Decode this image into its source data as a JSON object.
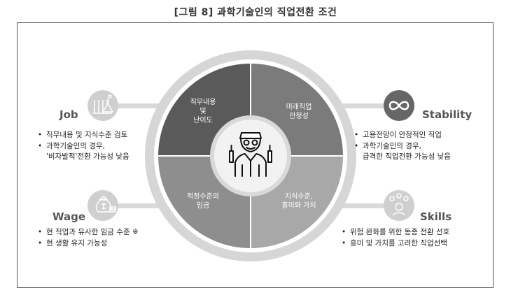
{
  "figure_title": "[그림 8] 과학기술인의 직업전환 조건",
  "segments": {
    "top_left": [
      "직무내용",
      "및",
      "난이도"
    ],
    "top_right": [
      "미래직업",
      "안정성"
    ],
    "bottom_left": [
      "적정수준의",
      "임금"
    ],
    "bottom_right": [
      "지식수준,",
      "흥미와 가치"
    ]
  },
  "job": {
    "title": "Job",
    "bullets": [
      "직무내용 및 지식수준 검토",
      "과학기술인의 경우,"
    ],
    "cont": "'비자발적'전환 가능성 낮음"
  },
  "stability": {
    "title": "Stability",
    "bullets": [
      "고용전망이 안정적인 직업",
      "과학기술인의 경우,"
    ],
    "cont": "급격한 직업전환 가능성 낮음"
  },
  "wage": {
    "title": "Wage",
    "bullets": [
      "현 직업과 유사한 임금 수준 ※",
      "현 생활 유지 가능성"
    ]
  },
  "skills": {
    "title": "Skills",
    "bullets": [
      "위험 완화를 위한 동종 전환 선호",
      "흥미 및 가치를 고려한 직업선택"
    ]
  },
  "colors": {
    "dark_segment": "#5a5a5a",
    "mid_segment": "#8a8a8a",
    "light_segment": "#a8a8a8",
    "ring": "#d6d6d6",
    "center": "#f2f2f2",
    "icon_circle": "#cfcfcf",
    "stability_circle": "#666666"
  },
  "icons": [
    "lab-flasks-icon",
    "infinity-icon",
    "money-bag-icon",
    "people-network-icon",
    "scientist-icon"
  ]
}
